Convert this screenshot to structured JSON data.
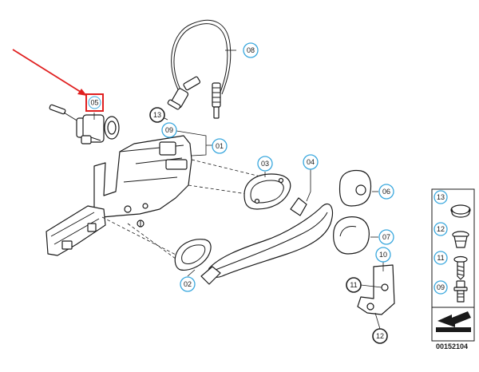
{
  "callouts": {
    "c01": "01",
    "c02": "02",
    "c03": "03",
    "c04": "04",
    "c05": "05",
    "c06": "06",
    "c07": "07",
    "c08": "08",
    "c09": "09",
    "c10": "10",
    "c11": "11",
    "c12": "12",
    "c13": "13"
  },
  "legend": {
    "l13": "13",
    "l12": "12",
    "l11": "11",
    "l09": "09"
  },
  "diagram_number": "00152104",
  "colors": {
    "callout_ring": "#3aa8de",
    "highlight": "#e02020",
    "line": "#1a1a1a"
  }
}
